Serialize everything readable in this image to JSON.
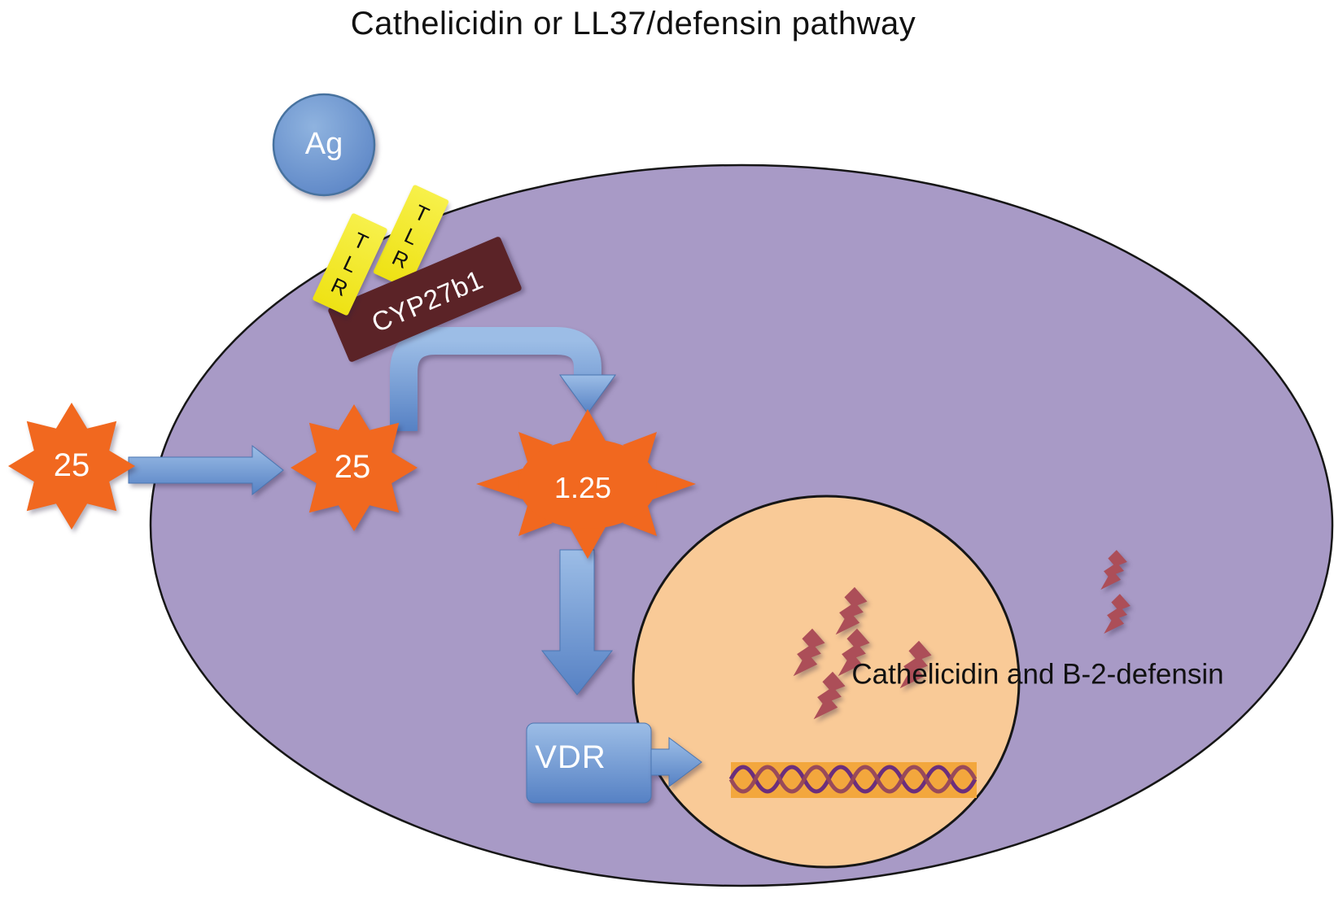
{
  "title": "Cathelicidin or LL37/defensin pathway",
  "molecules": {
    "antigen_label": "Ag",
    "tlr_left_label": "TLR",
    "tlr_right_label": "TLR",
    "enzyme_label": "CYP27b1",
    "vitd25_outside_label": "25",
    "vitd25_inside_label": "25",
    "vitd125_label": "1.25",
    "vdr_label": "VDR",
    "products_label": "Cathelicidin and B-2-defensin"
  },
  "colors": {
    "cell_fill": "#a89ac6",
    "nucleus_fill": "#f9ca97",
    "orange": "#f1681f",
    "yellow": "#f2e81e",
    "maroon": "#5b2327",
    "bolt_red": "#ac4e58",
    "dna_band": "#f3a73d",
    "blue_light": "#93b7e3",
    "blue_dark": "#5e86c6"
  }
}
